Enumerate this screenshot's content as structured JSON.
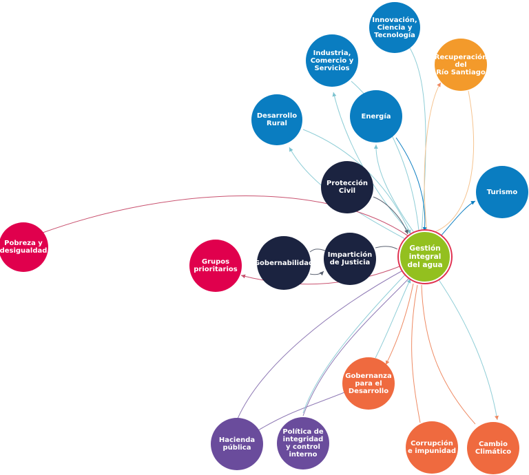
{
  "colors": {
    "center": "#93c01f",
    "blue": "#0a7dc1",
    "navy": "#1b2340",
    "magenta": "#e0004d",
    "orange": "#ef6a3f",
    "amber": "#f39a2b",
    "purple": "#6a4c9c"
  },
  "nodes": [
    {
      "id": "gestion",
      "label": "Gestión\nintegral\ndel agua",
      "color": "center"
    },
    {
      "id": "innovacion",
      "label": "Innovación,\nCiencia y\nTecnología",
      "color": "blue"
    },
    {
      "id": "industria",
      "label": "Industria,\nComercio y\nServicios",
      "color": "blue"
    },
    {
      "id": "recuperacion",
      "label": "Recuperación\ndel\nRío Santiago",
      "color": "amber"
    },
    {
      "id": "energia",
      "label": "Energía",
      "color": "blue"
    },
    {
      "id": "desarrollo",
      "label": "Desarrollo\nRural",
      "color": "blue"
    },
    {
      "id": "turismo",
      "label": "Turismo",
      "color": "blue"
    },
    {
      "id": "proteccion",
      "label": "Protección\nCivil",
      "color": "navy"
    },
    {
      "id": "imparticion",
      "label": "Impartición\nde Justicia",
      "color": "navy"
    },
    {
      "id": "gobernabilidad",
      "label": "Gobernabilidad",
      "color": "navy"
    },
    {
      "id": "grupos",
      "label": "Grupos\nprioritarios",
      "color": "magenta"
    },
    {
      "id": "pobreza",
      "label": "Pobreza y\ndesigualdad",
      "color": "magenta"
    },
    {
      "id": "gobernanza",
      "label": "Gobernanza\npara el\nDesarrollo",
      "color": "orange"
    },
    {
      "id": "corrupcion",
      "label": "Corrupción\ne impunidad",
      "color": "orange"
    },
    {
      "id": "cambio",
      "label": "Cambio\nClimático",
      "color": "orange"
    },
    {
      "id": "politica",
      "label": "Política de\nintegridad\ny control\ninterno",
      "color": "purple"
    },
    {
      "id": "hacienda",
      "label": "Hacienda\npública",
      "color": "purple"
    }
  ]
}
